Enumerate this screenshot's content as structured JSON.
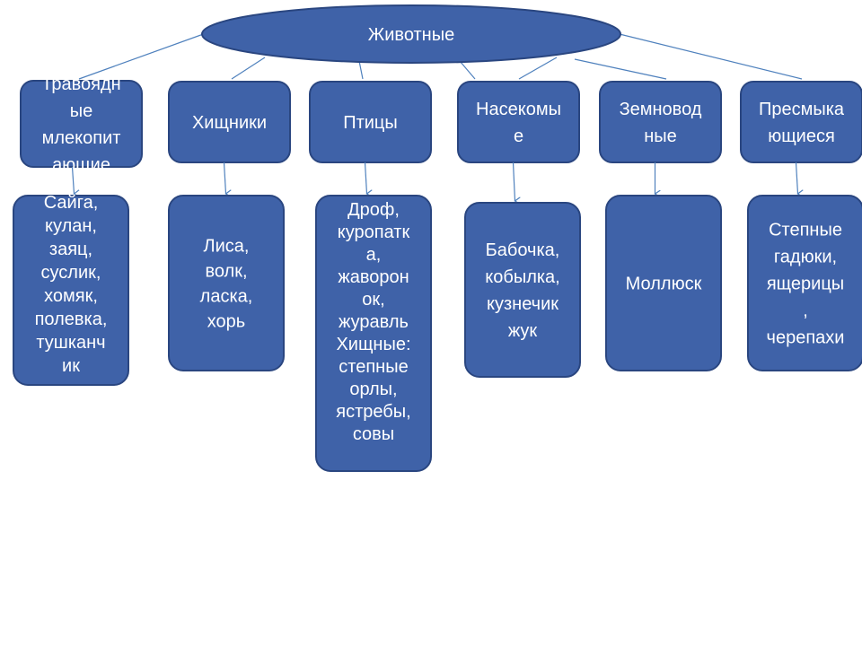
{
  "root": {
    "label": "Животные"
  },
  "categories": [
    {
      "lines": [
        "Травоядн",
        "ые",
        "млекопит",
        "ающие"
      ],
      "examples": [
        "Сайга,",
        "кулан,",
        "заяц,",
        "суслик,",
        "хомяк,",
        "полевка,",
        "тушканч",
        "ик"
      ]
    },
    {
      "lines": [
        "Хищники"
      ],
      "examples": [
        "Лиса,",
        "волк,",
        "ласка,",
        "хорь"
      ]
    },
    {
      "lines": [
        "Птицы"
      ],
      "examples": [
        "Дроф,",
        "куропатк",
        "а,",
        "жаворон",
        "ок,",
        "журавль",
        "Хищные:",
        "степные",
        "орлы,",
        "ястребы,",
        "совы"
      ]
    },
    {
      "lines": [
        "Насекомы",
        "е"
      ],
      "examples": [
        "Бабочка,",
        "кобылка,",
        "кузнечик",
        "жук"
      ]
    },
    {
      "lines": [
        "Земновод",
        "ные"
      ],
      "examples": [
        "Моллюск"
      ]
    },
    {
      "lines": [
        "Пресмыка",
        "ющиеся"
      ],
      "examples": [
        "Степные",
        "гадюки,",
        "ящерицы",
        ",",
        "черепахи"
      ]
    }
  ],
  "colors": {
    "fill": "#3f62a8",
    "stroke": "#2a4680",
    "line": "#4f81bd",
    "text": "#ffffff"
  }
}
